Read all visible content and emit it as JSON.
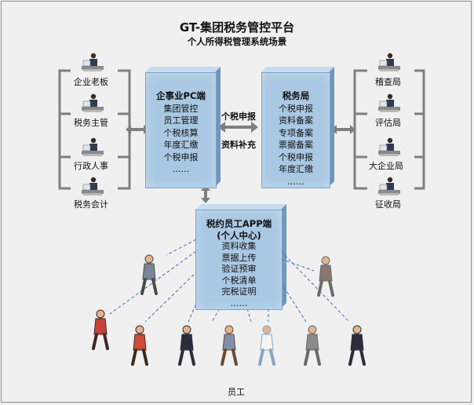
{
  "title": "GT-集团税务管控平台",
  "subtitle": "个人所得税管理系统场景",
  "left_roles": [
    "企业老板",
    "税务主管",
    "行政人事",
    "税务会计"
  ],
  "right_roles": [
    "稽查局",
    "评估局",
    "大企业局",
    "征收局"
  ],
  "pc_box": {
    "title": "企事业PC端",
    "items": [
      "集团管控",
      "员工管理",
      "个税核算",
      "年度汇缴",
      "个税申报",
      "……"
    ]
  },
  "tax_box": {
    "title": "税务局",
    "items": [
      "个税申报",
      "资料备案",
      "专项备案",
      "票据备案",
      "个税申报",
      "年度汇缴",
      "……"
    ]
  },
  "arrow_labels": {
    "top": "个税申报",
    "bottom": "资料补充"
  },
  "app_box": {
    "title": "税约员工APP端",
    "subtitle": "(个人中心)",
    "items": [
      "资料收集",
      "票据上传",
      "验证预审",
      "个税清单",
      "完税证明",
      "……"
    ]
  },
  "employees_label": "员工",
  "colors": {
    "box": "#a9c8e3",
    "box_top": "#c9dcee",
    "box_side": "#6f96bd",
    "connector": "#7f7f7f",
    "dash": "#3f6fb5"
  }
}
